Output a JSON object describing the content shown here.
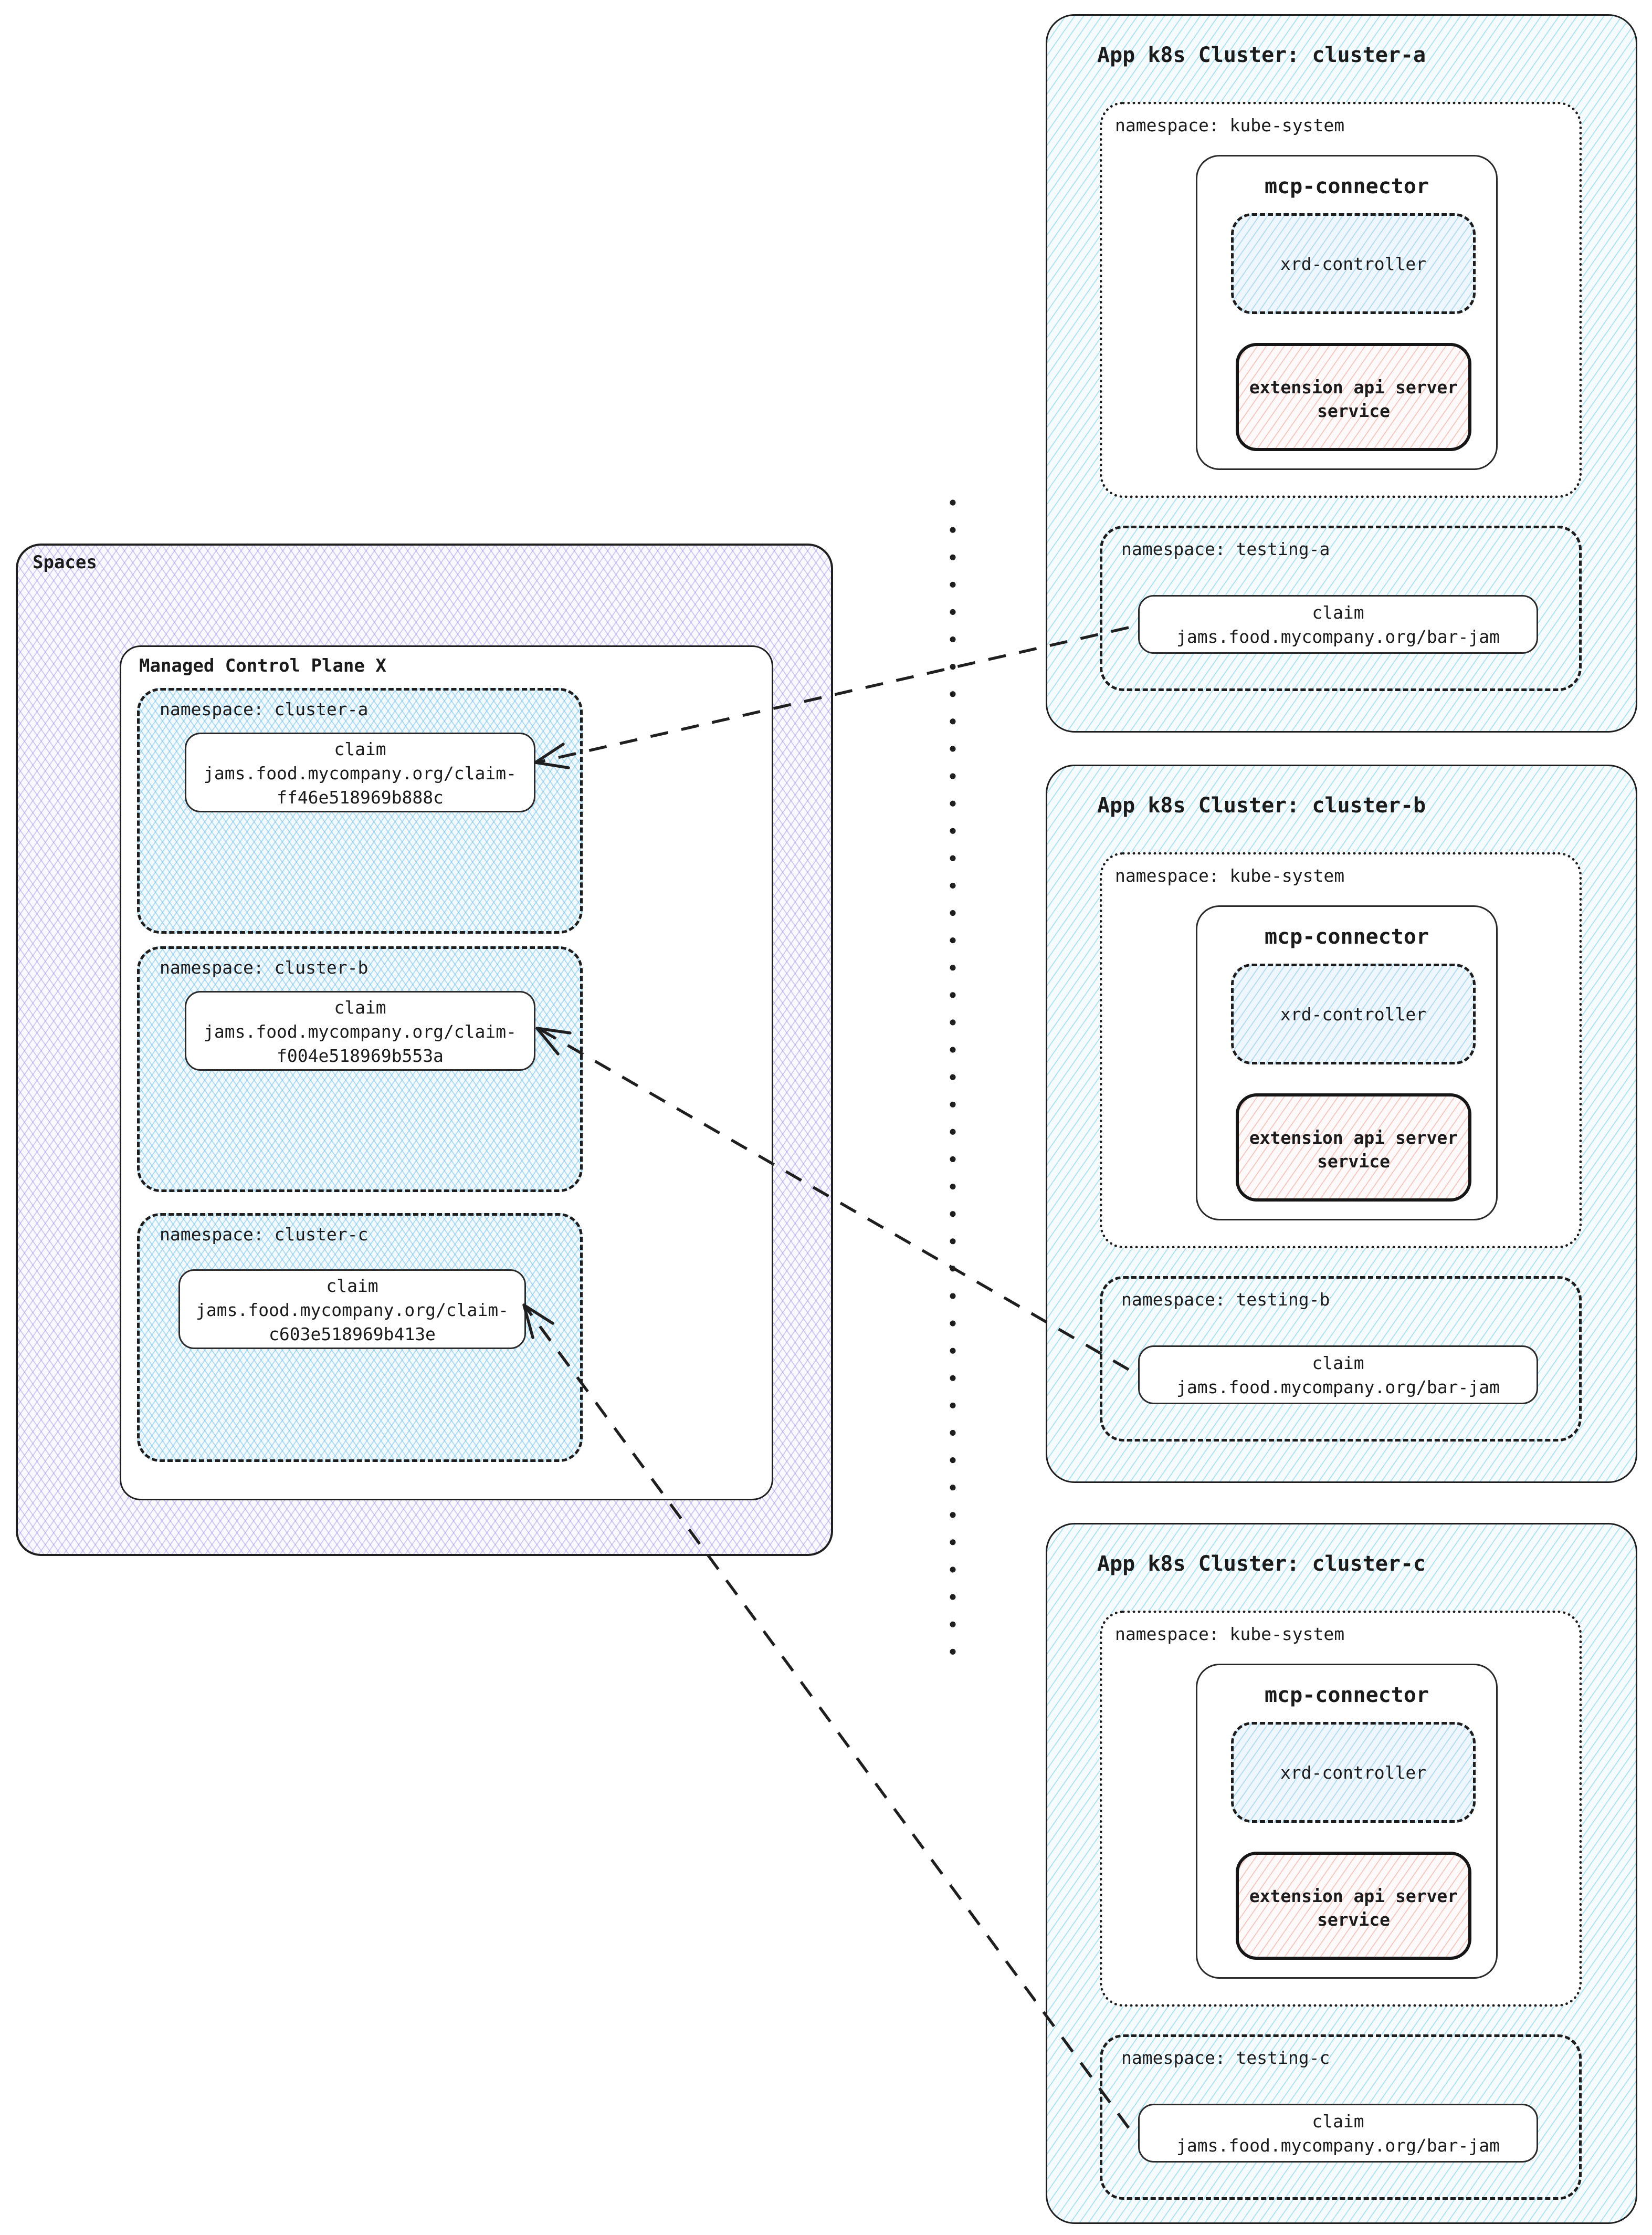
{
  "diagram_title": "Spaces managed control plane to app clusters claim mapping",
  "colors": {
    "cluster_hatch_blue": "#6ec8eb",
    "spaces_hatch_purple": "#927ee6",
    "namespace_hatch_blue": "#6ebeeb",
    "extension_hatch_red": "#f0968e",
    "line_black": "#1f1f1f"
  },
  "spaces": {
    "label": "Spaces",
    "control_plane": {
      "label": "Managed Control Plane X",
      "namespaces": [
        {
          "label": "namespace: cluster-a",
          "claim": {
            "title": "claim",
            "name_line1": "jams.food.mycompany.org/claim-",
            "name_line2": "ff46e518969b888c"
          }
        },
        {
          "label": "namespace: cluster-b",
          "claim": {
            "title": "claim",
            "name_line1": "jams.food.mycompany.org/claim-",
            "name_line2": "f004e518969b553a"
          }
        },
        {
          "label": "namespace: cluster-c",
          "claim": {
            "title": "claim",
            "name_line1": "jams.food.mycompany.org/claim-",
            "name_line2": "c603e518969b413e"
          }
        }
      ]
    }
  },
  "clusters": [
    {
      "title": "App k8s Cluster: cluster-a",
      "kube_system": {
        "label": "namespace: kube-system",
        "mcp_connector": {
          "label": "mcp-connector",
          "xrd_controller": "xrd-controller",
          "extension_line1": "extension api server",
          "extension_line2": "service"
        }
      },
      "testing": {
        "label": "namespace: testing-a",
        "claim": {
          "title": "claim",
          "name": "jams.food.mycompany.org/bar-jam"
        }
      }
    },
    {
      "title": "App k8s Cluster: cluster-b",
      "kube_system": {
        "label": "namespace: kube-system",
        "mcp_connector": {
          "label": "mcp-connector",
          "xrd_controller": "xrd-controller",
          "extension_line1": "extension api server",
          "extension_line2": "service"
        }
      },
      "testing": {
        "label": "namespace: testing-b",
        "claim": {
          "title": "claim",
          "name": "jams.food.mycompany.org/bar-jam"
        }
      }
    },
    {
      "title": "App k8s Cluster: cluster-c",
      "kube_system": {
        "label": "namespace: kube-system",
        "mcp_connector": {
          "label": "mcp-connector",
          "xrd_controller": "xrd-controller",
          "extension_line1": "extension api server",
          "extension_line2": "service"
        }
      },
      "testing": {
        "label": "namespace: testing-c",
        "claim": {
          "title": "claim",
          "name": "jams.food.mycompany.org/bar-jam"
        }
      }
    }
  ]
}
